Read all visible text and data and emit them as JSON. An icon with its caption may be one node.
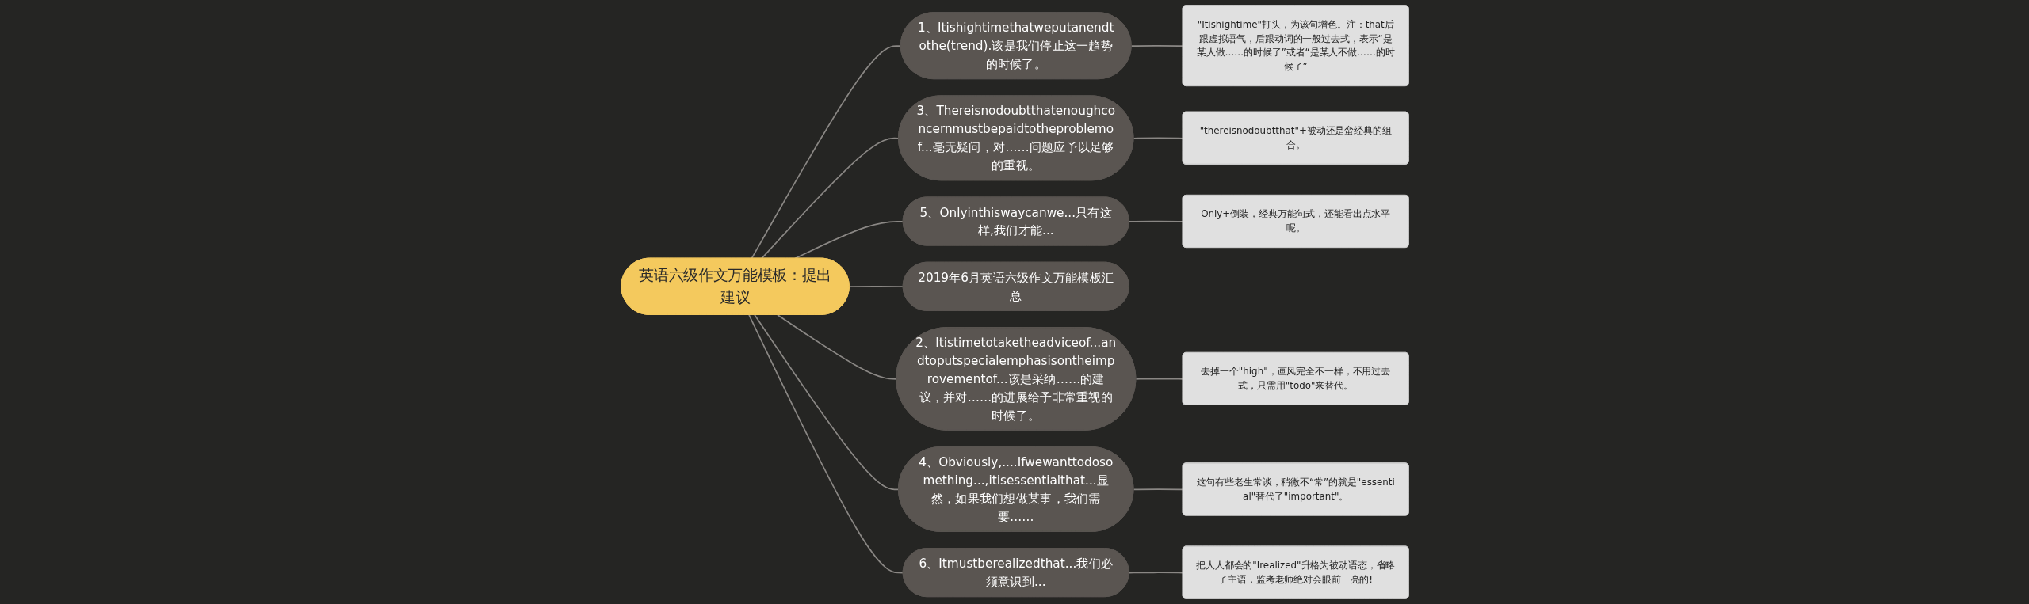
{
  "diagram": {
    "nodes": [
      {
        "text": [
          "英语六级作文万能模板：提出建议"
        ]
      },
      {
        "text": [
          "1、Itishightimethatweputanendtothe(trend).该是我们停止这一趋势的时候了。"
        ]
      },
      {
        "text": [
          "\"Itishightime\"打头，为该句增色。注：that后跟虚拟语气，后跟动词的一般过去式，表示“是某人做……的时候了”或者“是某人不做……的时候了”"
        ]
      },
      {
        "text": [
          "3、Thereisnodoubtthatenoughconcernmustbepaidtotheproblemof...毫无疑问，对……问题应予以足够的重视。"
        ]
      },
      {
        "text": [
          "\"thereisnodoubtthat\"+被动还是蛮经典的组合。"
        ]
      },
      {
        "text": [
          "5、Onlyinthiswaycanwe...只有这样,我们才能..."
        ]
      },
      {
        "text": [
          "Only+倒装，经典万能句式，还能看出点水平呢。"
        ]
      },
      {
        "text": [
          "2019年6月英语六级作文万能模板汇总"
        ]
      },
      {
        "text": [
          "2、Itistimetotaketheadviceof...andtoputspecialemphasisontheimprovementof...该是采纳……的建议，并对……的进展给予非常重视的时候了。"
        ]
      },
      {
        "text": [
          "去掉一个\"high\"，画风完全不一样，不用过去式，只需用\"todo\"来替代。"
        ]
      },
      {
        "text": [
          "4、Obviously,....Ifwewanttodosomething...,itisessentialthat...显然，如果我们想做某事，我们需要……"
        ]
      },
      {
        "text": [
          "这句有些老生常谈，稍微不“常”的就是\"essential\"替代了\"important\"。"
        ]
      },
      {
        "text": [
          "6、Itmustberealizedthat...我们必须意识到..."
        ]
      },
      {
        "text": [
          "把人人都会的\"Irealized\"升格为被动语态，省略了主语，监考老师绝对会眼前一亮的!"
        ]
      }
    ],
    "edges": [
      {
        "from": 0,
        "to": 1,
        "arrow": "none"
      },
      {
        "from": 1,
        "to": 2,
        "arrow": "none"
      },
      {
        "from": 0,
        "to": 3,
        "arrow": "none"
      },
      {
        "from": 3,
        "to": 4,
        "arrow": "none"
      },
      {
        "from": 0,
        "to": 5,
        "arrow": "none"
      },
      {
        "from": 5,
        "to": 6,
        "arrow": "none"
      },
      {
        "from": 0,
        "to": 7,
        "arrow": "none"
      },
      {
        "from": 0,
        "to": 8,
        "arrow": "none"
      },
      {
        "from": 8,
        "to": 9,
        "arrow": "none"
      },
      {
        "from": 0,
        "to": 10,
        "arrow": "none"
      },
      {
        "from": 10,
        "to": 11,
        "arrow": "none"
      },
      {
        "from": 0,
        "to": 12,
        "arrow": "none"
      },
      {
        "from": 12,
        "to": 13,
        "arrow": "none"
      }
    ]
  }
}
